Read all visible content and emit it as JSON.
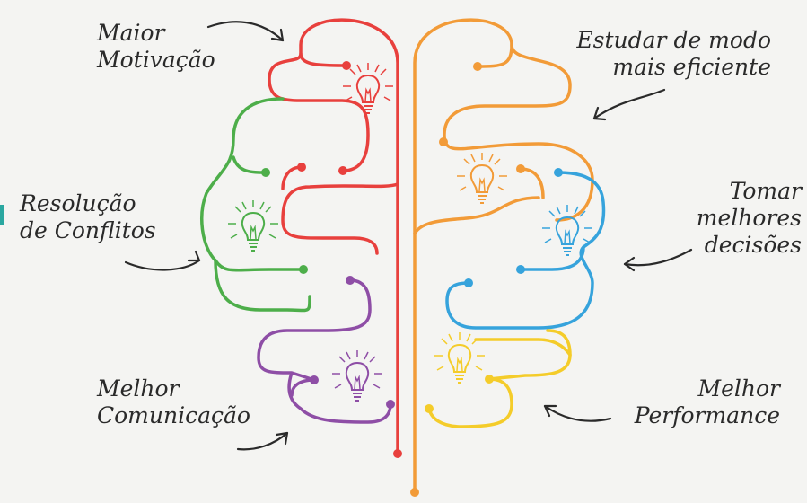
{
  "labels": {
    "top_left": [
      "Maior",
      "Motivação"
    ],
    "top_right": [
      "Estudar de modo",
      "mais eficiente"
    ],
    "mid_left": [
      "Resolução",
      "de Conflitos"
    ],
    "mid_right": [
      "Tomar",
      "melhores",
      "decisões"
    ],
    "bottom_left": [
      "Melhor",
      "Comunicação"
    ],
    "bottom_right": [
      "Melhor",
      "Performance"
    ]
  },
  "colors": {
    "red": "#e8403d",
    "orange": "#f29b38",
    "green": "#4dae4a",
    "blue": "#36a3dc",
    "purple": "#8e4ea6",
    "yellow": "#f4cc2a",
    "ink": "#2a2a2a",
    "background": "#f4f4f2"
  },
  "icons": [
    "lightbulb-icon-red",
    "lightbulb-icon-orange",
    "lightbulb-icon-green",
    "lightbulb-icon-blue",
    "lightbulb-icon-purple",
    "lightbulb-icon-yellow"
  ]
}
